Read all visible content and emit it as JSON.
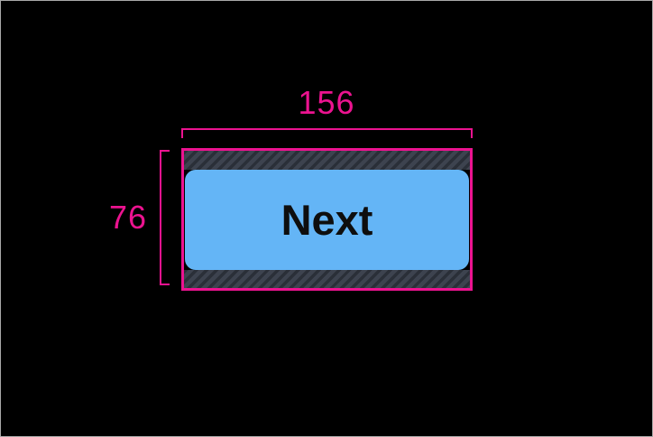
{
  "canvas": {
    "background_color": "#000000",
    "frame_border_color": "#A9A9A9"
  },
  "measurements": {
    "width": "156",
    "height": "76",
    "accent_color": "#EC1390"
  },
  "button": {
    "label": "Next",
    "fill_color": "#64B5F6",
    "text_color": "#0E0E0E"
  },
  "padding_hatch": {
    "base_color": "#3D434F",
    "stripe_color": "#2A2F38"
  }
}
